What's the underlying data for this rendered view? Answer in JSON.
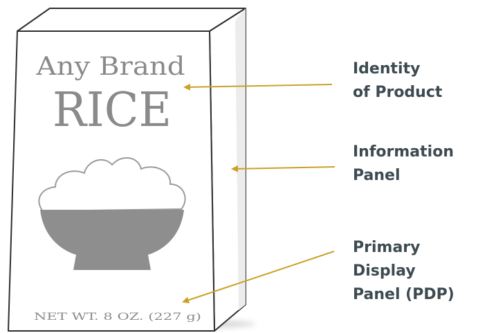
{
  "box": {
    "brand": "Any Brand",
    "product": "RICE",
    "net_weight": "NET WT. 8 OZ. (227 g)"
  },
  "labels": {
    "identity": [
      "Identity",
      "of Product"
    ],
    "information": [
      "Information",
      "Panel"
    ],
    "pdp": [
      "Primary",
      "Display",
      "Panel (PDP)"
    ]
  },
  "colors": {
    "arrow": "#c9a227",
    "label_text": "#3d4a52",
    "box_text": "#8a8a8a",
    "bowl": "#8e8e8e"
  }
}
